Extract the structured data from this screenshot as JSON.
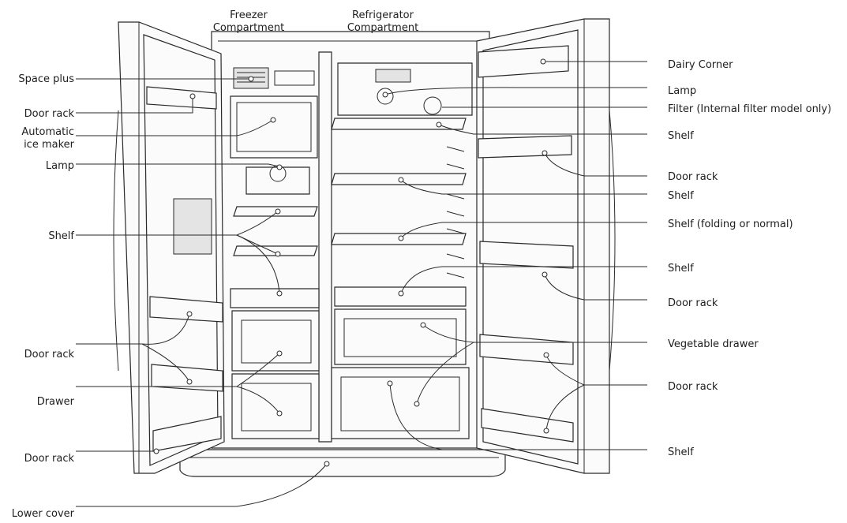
{
  "labels": {
    "freezer_compartment": "Freezer\nCompartment",
    "refrigerator_compartment": "Refrigerator\nCompartment",
    "space_plus": "Space plus",
    "door_rack_left_1": "Door rack",
    "automatic_ice_maker": "Automatic\nice maker",
    "lamp_left": "Lamp",
    "shelf_left": "Shelf",
    "door_rack_left_2": "Door rack",
    "drawer": "Drawer",
    "door_rack_left_3": "Door rack",
    "lower_cover": "Lower cover",
    "dairy_corner": "Dairy Corner",
    "lamp_right": "Lamp",
    "filter": "Filter (Internal filter model only)",
    "shelf_right_1": "Shelf",
    "door_rack_right_1": "Door rack",
    "shelf_right_2": "Shelf",
    "shelf_folding": "Shelf (folding or normal)",
    "shelf_right_3": "Shelf",
    "door_rack_right_2": "Door rack",
    "vegetable_drawer": "Vegetable drawer",
    "door_rack_right_3": "Door rack",
    "shelf_right_4": "Shelf"
  }
}
